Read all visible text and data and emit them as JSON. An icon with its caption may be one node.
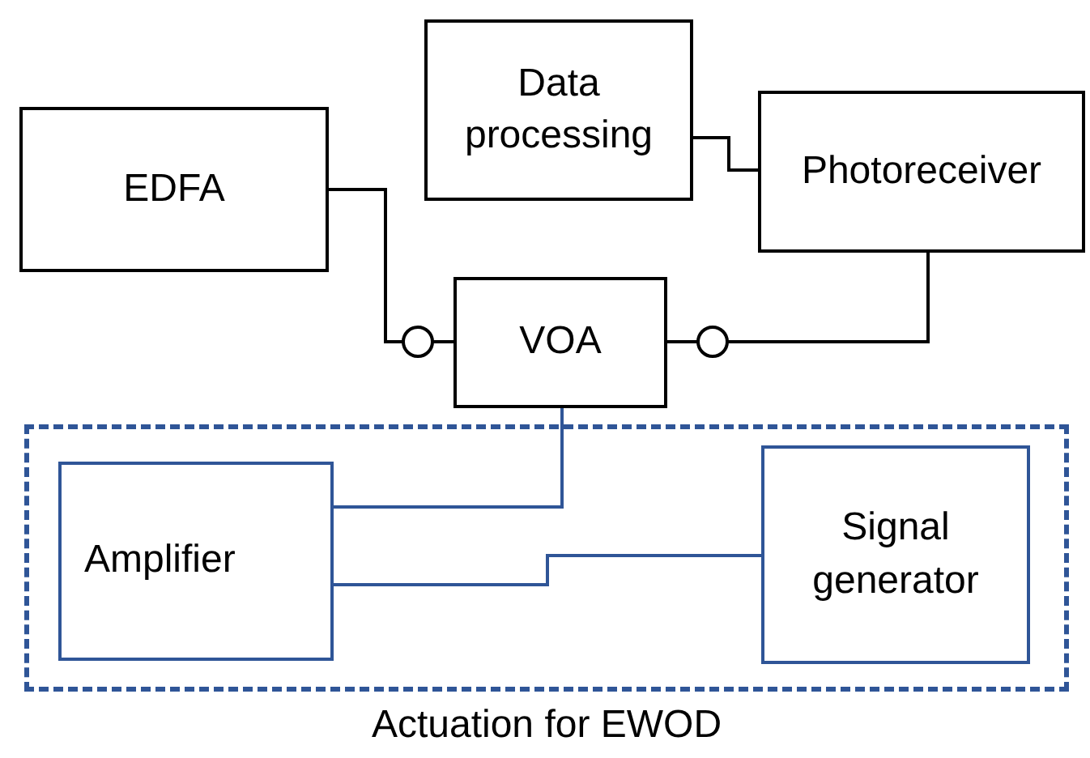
{
  "diagram": {
    "nodes": [
      {
        "text": [
          "Data processing"
        ]
      },
      {
        "text": [
          "EDFA"
        ]
      },
      {
        "text": [
          "Photoreceiver"
        ]
      },
      {
        "text": [
          "VOA"
        ]
      },
      {
        "text": [
          "Actuation for EWOD"
        ]
      },
      {
        "text": [
          "Amplifier"
        ],
        "in": 4
      },
      {
        "text": [
          "Signal generator"
        ],
        "in": 4
      }
    ],
    "edges": [
      {
        "from": 1,
        "to": 3,
        "arrow": "none"
      },
      {
        "from": 3,
        "to": 2,
        "arrow": "none"
      },
      {
        "from": 0,
        "to": 2,
        "arrow": "none"
      },
      {
        "from": 3,
        "to": 5,
        "arrow": "none",
        "color": "#2f5597"
      },
      {
        "from": 5,
        "to": 6,
        "arrow": "none",
        "color": "#2f5597"
      }
    ]
  }
}
